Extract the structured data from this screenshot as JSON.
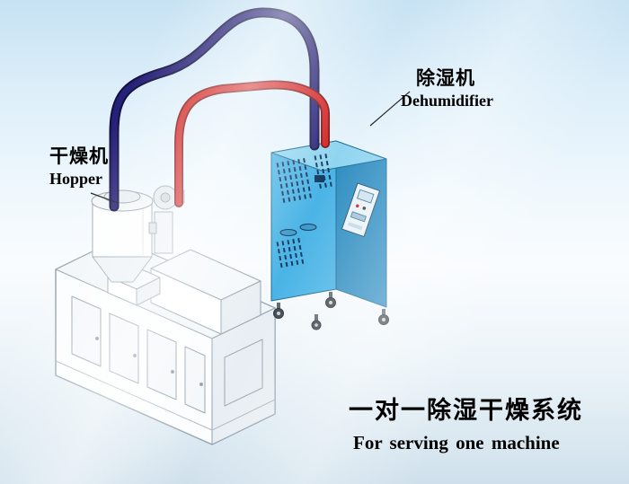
{
  "labels": {
    "hopper": {
      "cn": "干燥机",
      "en": "Hopper"
    },
    "dehumidifier": {
      "cn": "除湿机",
      "en": "Dehumidifier"
    }
  },
  "caption": {
    "cn": "一对一除湿干燥系统",
    "en": "For serving one machine"
  },
  "colors": {
    "pipe_blue": "#262178",
    "pipe_blue_outline": "#131040",
    "pipe_red": "#d42121",
    "pipe_red_outline": "#7d0d0d",
    "cabinet_front": "#4ab4e6",
    "cabinet_side": "#2f8ec2",
    "cabinet_top": "#90d5f0",
    "vent_slot": "#17375c",
    "machine_outline": "#93a1ac"
  }
}
